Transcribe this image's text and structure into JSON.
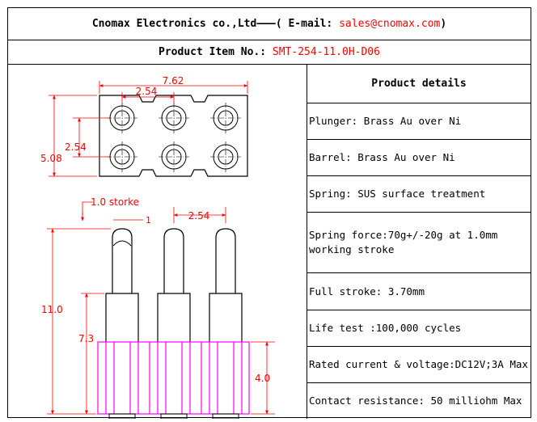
{
  "header": {
    "company": "Cnomax Electronics co.,Ltd———( E-mail: ",
    "email": "sales@cnomax.com",
    "close": ")"
  },
  "product": {
    "label": "Product Item No.: ",
    "value": "SMT-254-11.0H-D06"
  },
  "details": {
    "title": "Product details",
    "rows": [
      "Plunger: Brass Au over Ni",
      "Barrel: Brass Au over Ni",
      "Spring: SUS surface treatment",
      "Spring force:70g+/-20g at 1.0mm working stroke",
      "Full stroke: 3.70mm",
      "Life test :100,000 cycles",
      "Rated current & voltage:DC12V;3A Max",
      "Contact resistance: 50 milliohm Max"
    ]
  },
  "drawing": {
    "dims": {
      "width_total": "7.62",
      "pitch_top": "2.54",
      "pitch_vertical": "2.54",
      "height_total": "5.08",
      "stroke_note": "1.0 storke",
      "tip_width": "1",
      "pitch_side": "2.54",
      "overall_height": "11.0",
      "body_height": "7.3",
      "insulator_height": "4.0"
    },
    "colors": {
      "dimension": "#ff0000",
      "outline": "#000000",
      "insulator": "#ff00ff"
    }
  }
}
